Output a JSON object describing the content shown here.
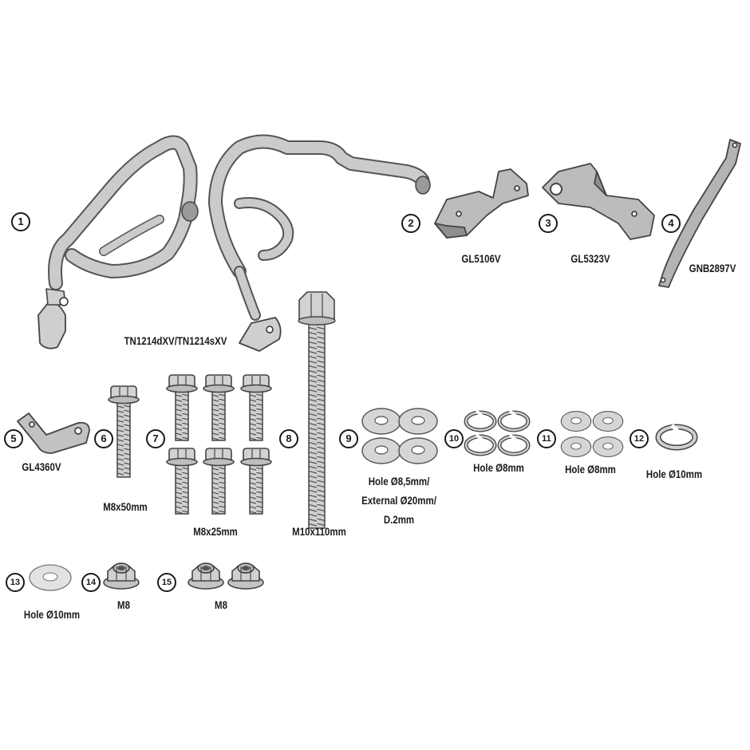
{
  "colors": {
    "part_fill": "#c9c9c9",
    "part_stroke": "#555555",
    "washer_fill": "#d4d4d4",
    "text": "#1a1a1a"
  },
  "parts": [
    {
      "number": "1",
      "label": "TN1214dXV/TN1214sXV"
    },
    {
      "number": "2",
      "label": "GL5106V"
    },
    {
      "number": "3",
      "label": "GL5323V"
    },
    {
      "number": "4",
      "label": "GNB2897V"
    },
    {
      "number": "5",
      "label": "GL4360V"
    },
    {
      "number": "6",
      "label": "M8x50mm"
    },
    {
      "number": "7",
      "label": "M8x25mm"
    },
    {
      "number": "8",
      "label": "M10x110mm"
    },
    {
      "number": "9",
      "label_lines": [
        "Hole Ø8,5mm/",
        "External Ø20mm/",
        "D.2mm"
      ]
    },
    {
      "number": "10",
      "label": "Hole Ø8mm"
    },
    {
      "number": "11",
      "label": "Hole Ø8mm"
    },
    {
      "number": "12",
      "label": "Hole Ø10mm"
    },
    {
      "number": "13",
      "label": "Hole Ø10mm"
    },
    {
      "number": "14",
      "label": "M8"
    },
    {
      "number": "15",
      "label": "M8"
    }
  ]
}
